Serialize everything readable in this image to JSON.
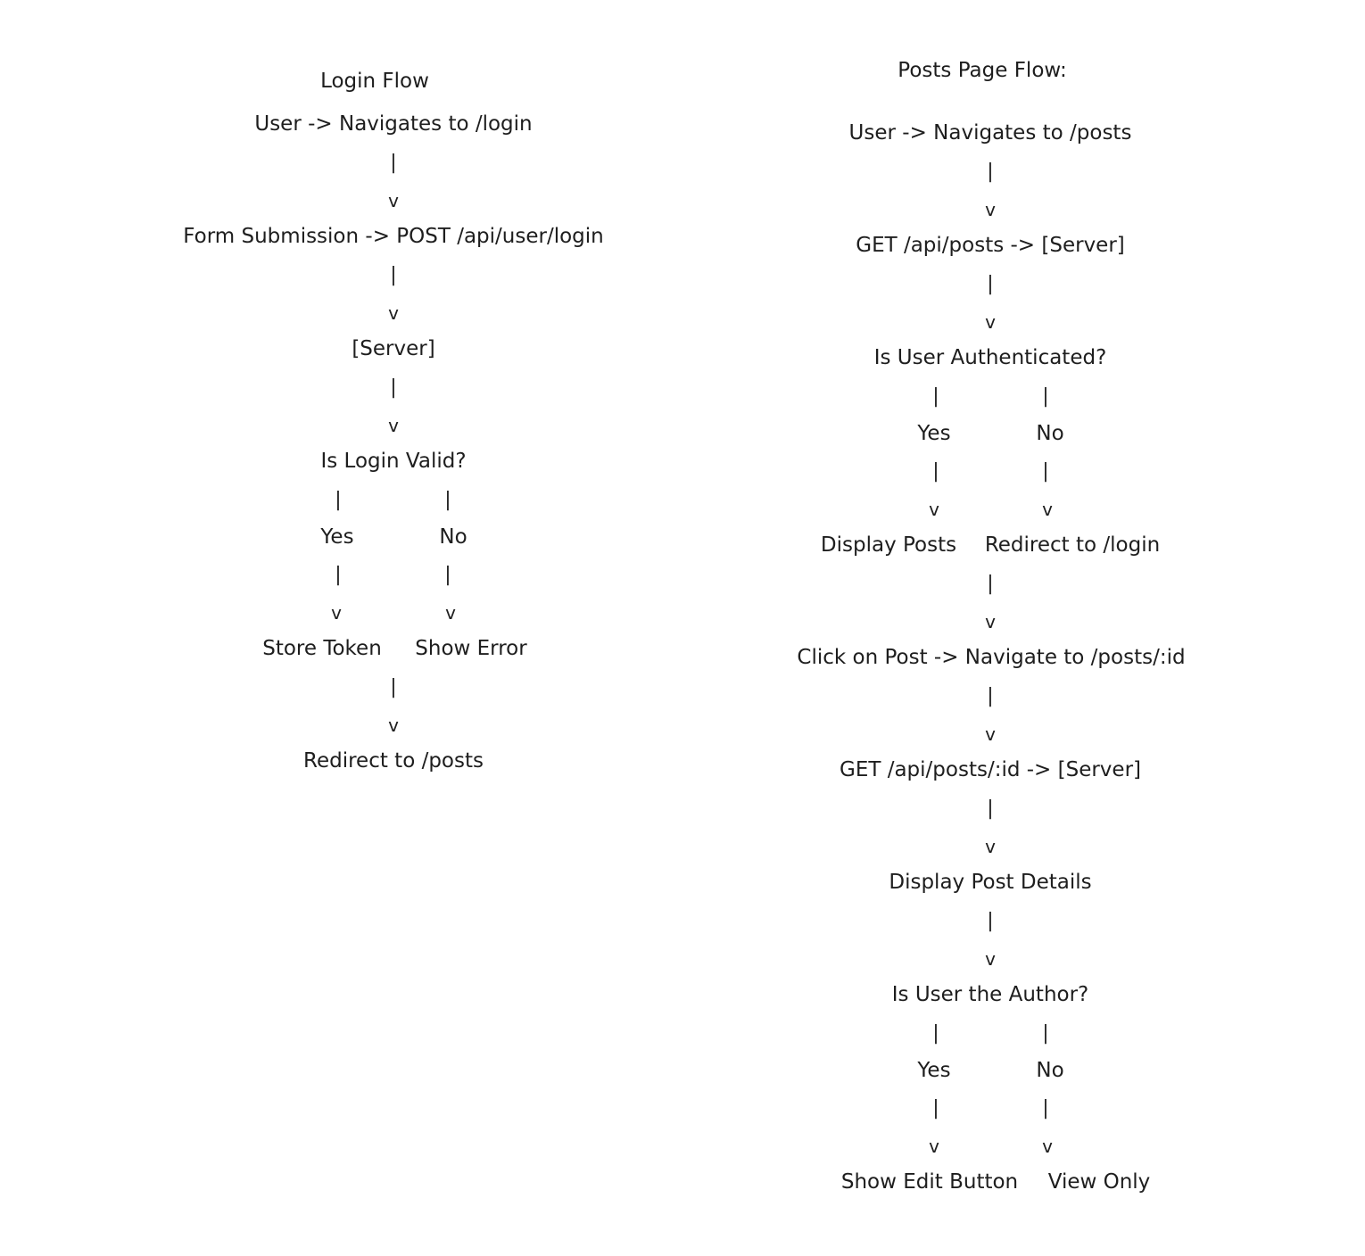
{
  "login_flow": {
    "title": "Login Flow",
    "step_navigate": "User -> Navigates to /login",
    "step_submit": "Form Submission -> POST /api/user/login",
    "step_server": "[Server]",
    "decision": "Is Login Valid?",
    "branch_yes": "Yes",
    "branch_no": "No",
    "yes_result": "Store Token",
    "no_result": "Show Error",
    "final": "Redirect to /posts"
  },
  "posts_flow": {
    "title": "Posts Page Flow:",
    "step_navigate": "User -> Navigates to /posts",
    "step_get": "GET /api/posts -> [Server]",
    "decision_auth": "Is User Authenticated?",
    "auth_yes": "Yes",
    "auth_no": "No",
    "auth_yes_result": "Display Posts",
    "auth_no_result": "Redirect to /login",
    "step_click": "Click on Post -> Navigate to /posts/:id",
    "step_get_id": "GET /api/posts/:id -> [Server]",
    "step_details": "Display Post Details",
    "decision_author": "Is User the Author?",
    "author_yes": "Yes",
    "author_no": "No",
    "author_yes_result": "Show Edit Button",
    "author_no_result": "View Only"
  },
  "symbols": {
    "pipe": "|",
    "arrow": "v"
  }
}
